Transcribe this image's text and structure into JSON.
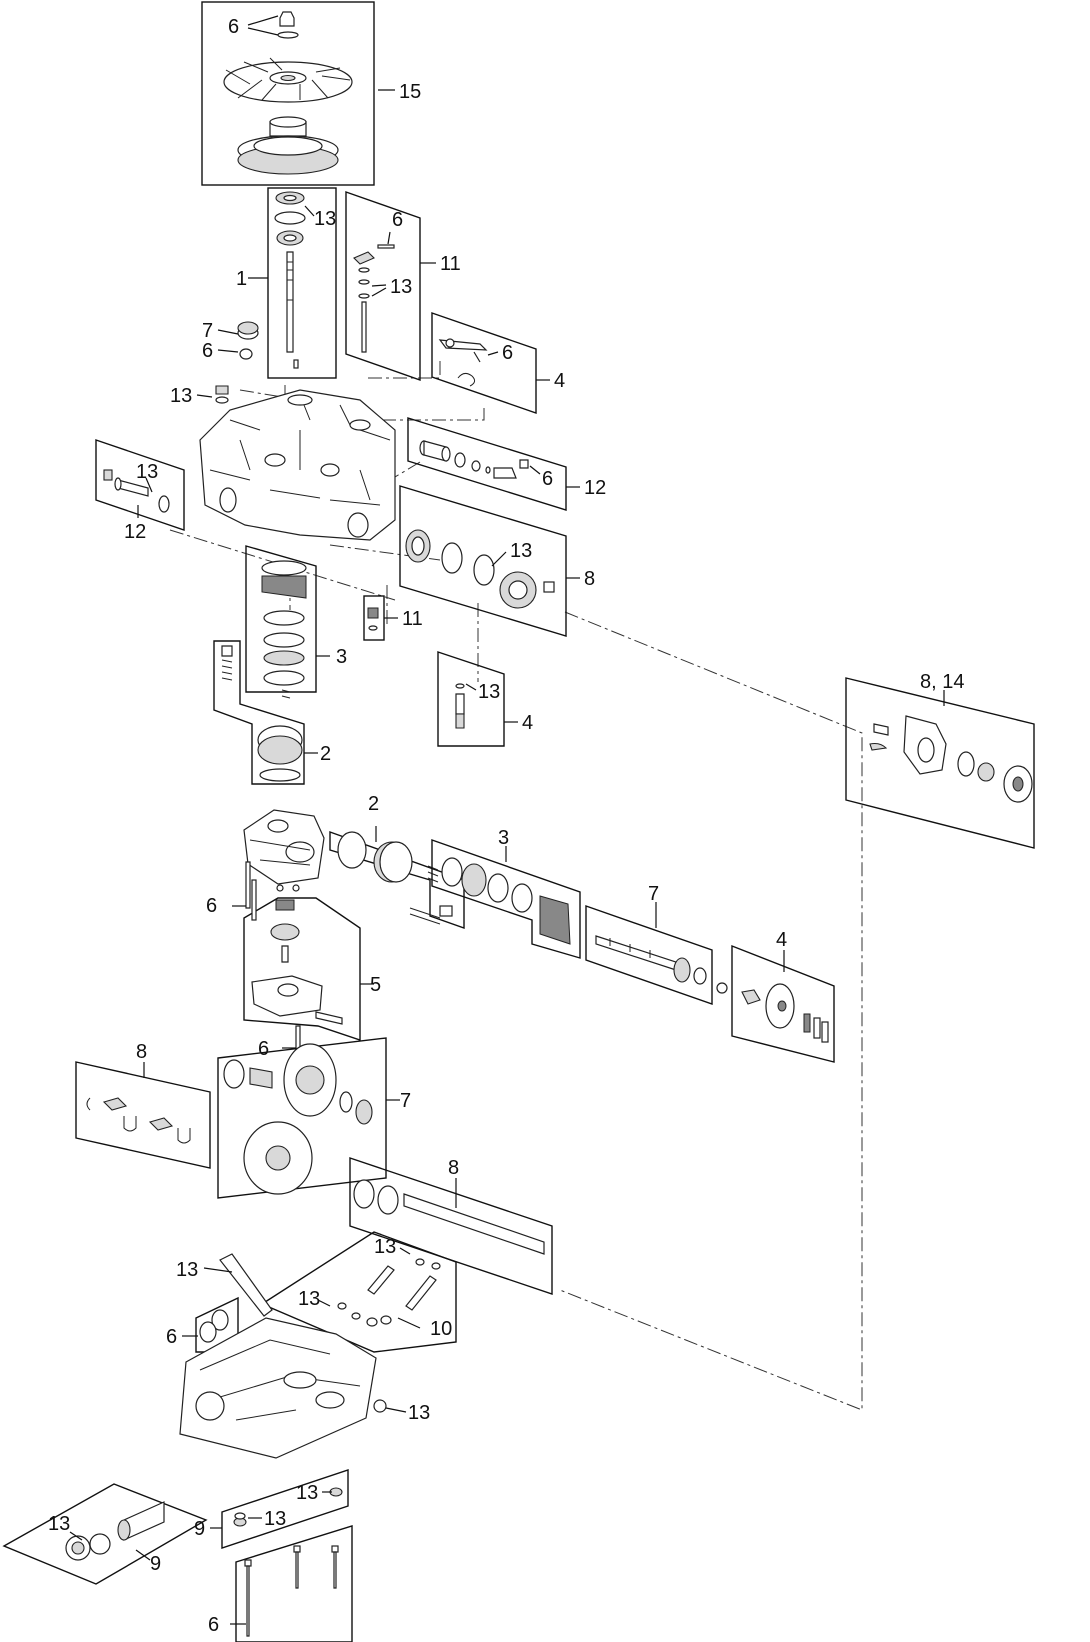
{
  "callouts": {
    "fan_group": [
      "6",
      "15"
    ],
    "input_shaft_group": [
      "13",
      "1"
    ],
    "control_arm_group": [
      "6",
      "11",
      "13"
    ],
    "left_plugs": [
      "7",
      "6",
      "13"
    ],
    "lever_group": [
      "6",
      "4"
    ],
    "valve_left_group": [
      "13",
      "12"
    ],
    "valve_right_group": [
      "6",
      "12"
    ],
    "bearing_group": [
      "13",
      "8"
    ],
    "swashplate_group": [
      "3"
    ],
    "spring_group": [
      "11"
    ],
    "pump_upper_group": [
      "2"
    ],
    "pin_group": [
      "13",
      "4"
    ],
    "hub_group": [
      "8, 14"
    ],
    "center_section": [
      "6",
      "2",
      "3",
      "7",
      "4",
      "5",
      "6"
    ],
    "gear_group": [
      "8",
      "7"
    ],
    "axle_group": [
      "8"
    ],
    "check_valve_group": [
      "13",
      "13",
      "13",
      "10"
    ],
    "lower_housing": [
      "6",
      "13"
    ],
    "filter_group": [
      "13",
      "9"
    ],
    "drain_group": [
      "9",
      "13",
      "13"
    ],
    "bolt_group": [
      "6"
    ]
  }
}
